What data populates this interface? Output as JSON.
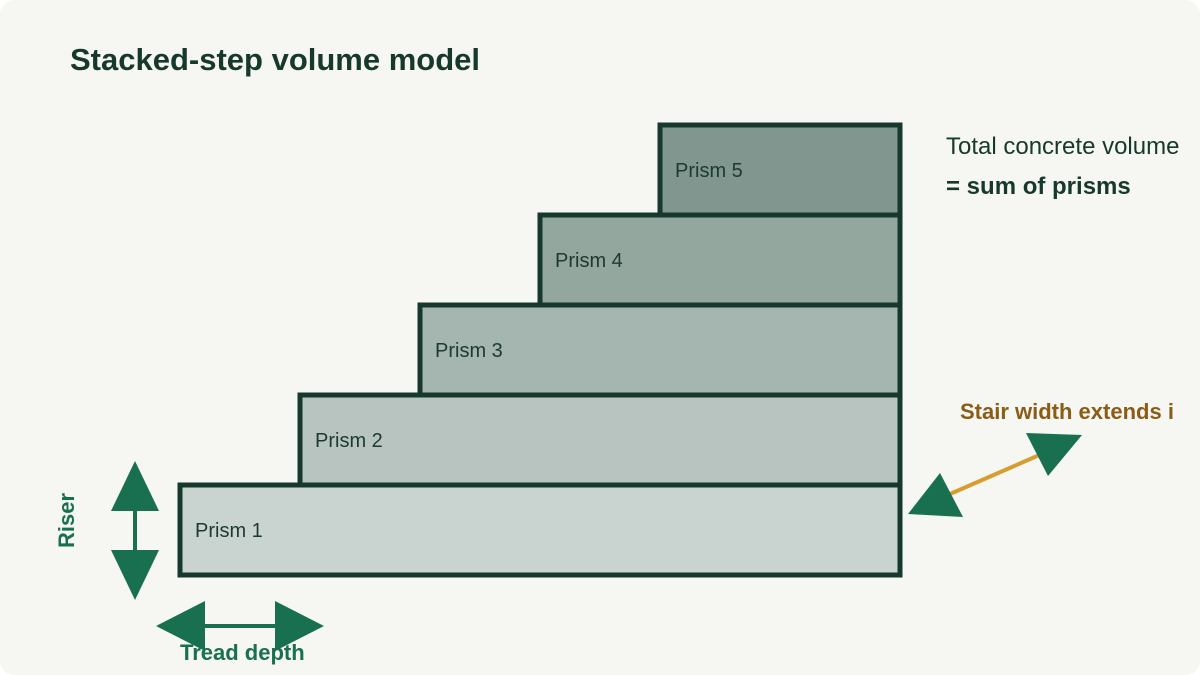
{
  "title": "Stacked-step volume model",
  "steps": [
    {
      "label": "Prism 1",
      "fill": "#c9d3cf"
    },
    {
      "label": "Prism 2",
      "fill": "#b7c4bf"
    },
    {
      "label": "Prism 3",
      "fill": "#a5b5af"
    },
    {
      "label": "Prism 4",
      "fill": "#93a79f"
    },
    {
      "label": "Prism 5",
      "fill": "#81968e"
    }
  ],
  "note": {
    "line1": "Total concrete volume",
    "line2": "= sum of prisms"
  },
  "dimensions": {
    "riser": "Riser",
    "tread": "Tread depth",
    "width": "Stair width extends i"
  },
  "colors": {
    "outline": "#17392d",
    "dimension_arrow": "#187051",
    "width_arrow": "#d69e31"
  }
}
